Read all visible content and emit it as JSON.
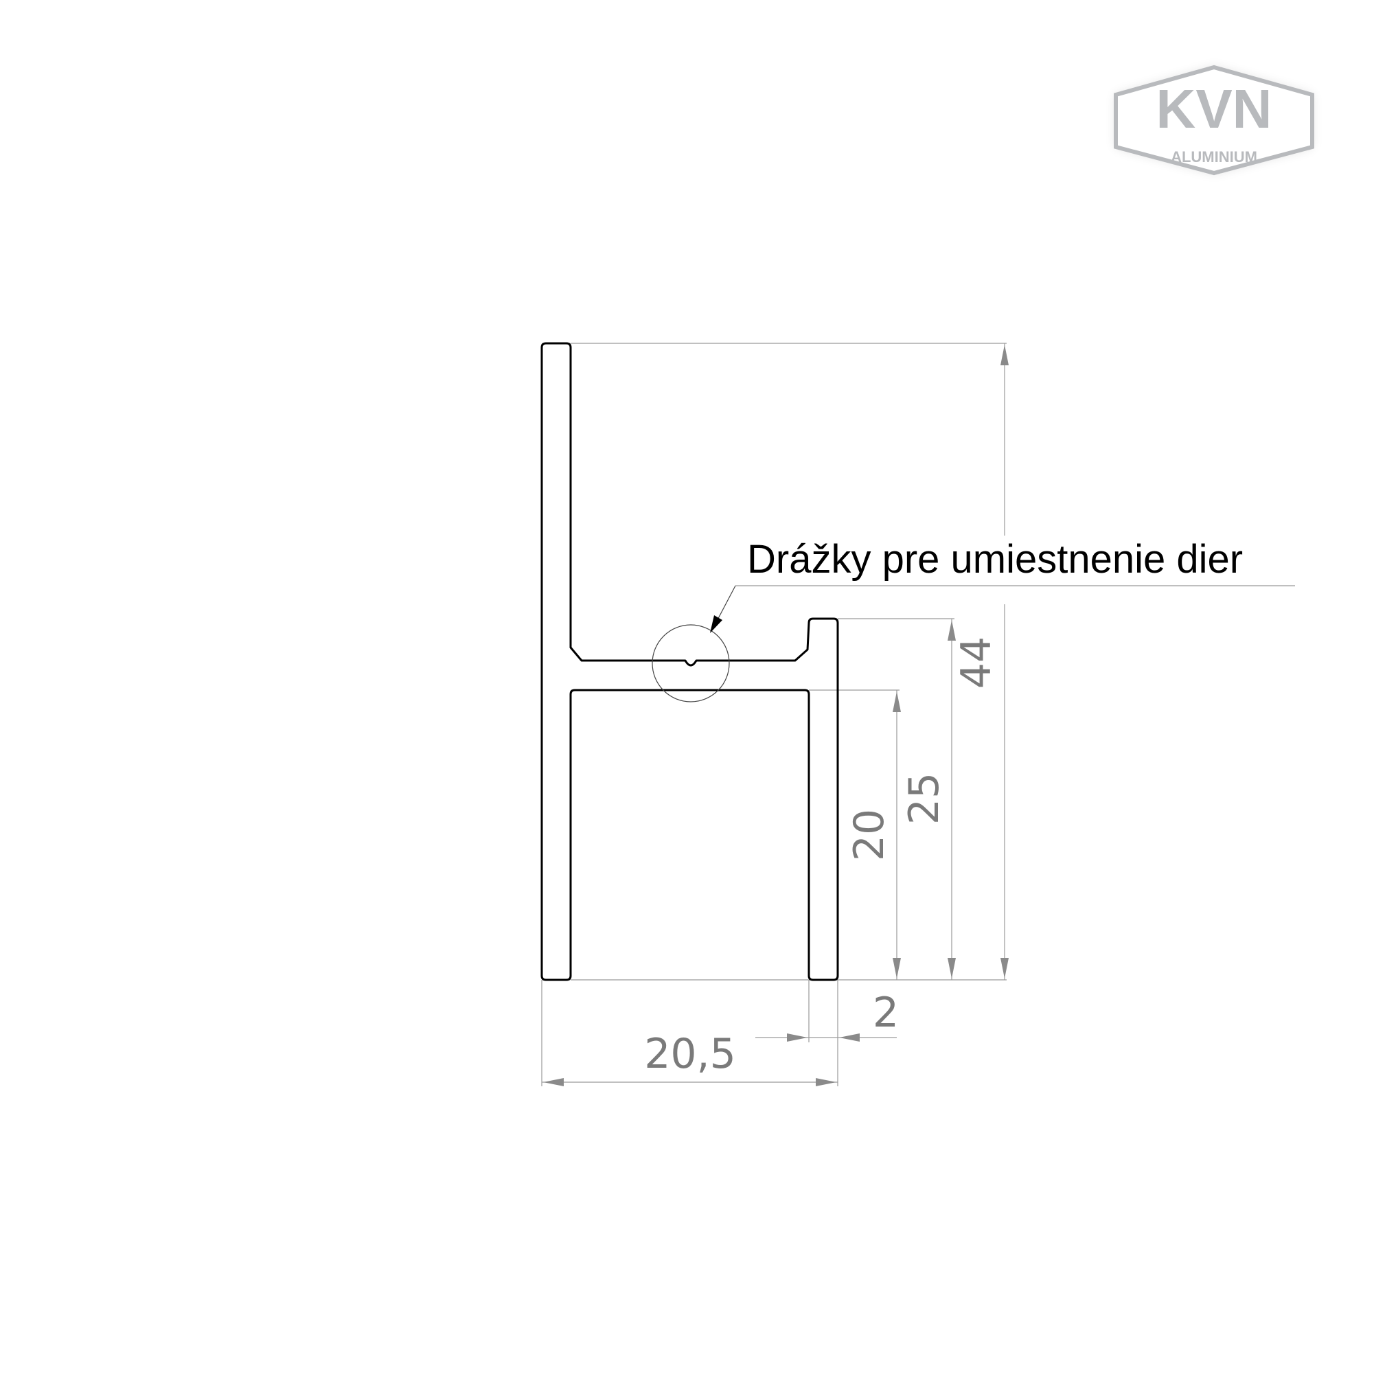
{
  "logo": {
    "text": "KVN",
    "subtext": "ALUMINIUM"
  },
  "callout": {
    "label": "Drážky pre umiestnenie dier"
  },
  "dimensions": {
    "total_height": "44",
    "flange_height": "25",
    "inner_height": "20",
    "width": "20,5",
    "thickness": "2"
  },
  "colors": {
    "outline": "#000000",
    "dimension": "#7a7a7a",
    "logo": "#b8babd"
  }
}
